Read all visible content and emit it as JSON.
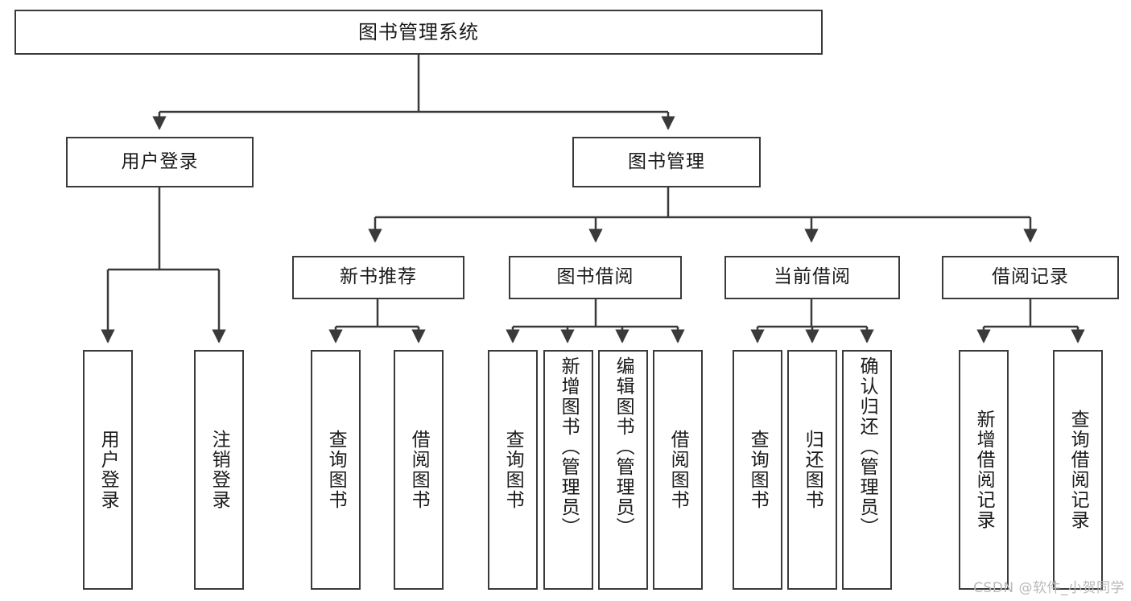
{
  "diagram": {
    "title": "图书管理系统",
    "type": "tree-hierarchy-chart",
    "stroke_color": "#3a3a3a",
    "text_color": "#1a1a1a",
    "background_color": "#ffffff"
  },
  "root": {
    "label": "图书管理系统"
  },
  "level2": [
    {
      "label": "用户登录"
    },
    {
      "label": "图书管理"
    }
  ],
  "level3": [
    {
      "label": "新书推荐"
    },
    {
      "label": "图书借阅"
    },
    {
      "label": "当前借阅"
    },
    {
      "label": "借阅记录"
    }
  ],
  "leaves": {
    "user_login": [
      {
        "label": "用户登录"
      },
      {
        "label": "注销登录"
      }
    ],
    "new_book_recommend": [
      {
        "label": "查询图书"
      },
      {
        "label": "借阅图书"
      }
    ],
    "book_borrow": [
      {
        "label": "查询图书"
      },
      {
        "label": "新增图书（管理员）"
      },
      {
        "label": "编辑图书（管理员）"
      },
      {
        "label": "借阅图书"
      }
    ],
    "current_borrow": [
      {
        "label": "查询图书"
      },
      {
        "label": "归还图书"
      },
      {
        "label": "确认归还（管理员）"
      }
    ],
    "borrow_record": [
      {
        "label": "新增借阅记录"
      },
      {
        "label": "查询借阅记录"
      }
    ]
  },
  "watermark": {
    "text": "CSDN @软件_小贺同学",
    "color": "#b8b8b8"
  }
}
